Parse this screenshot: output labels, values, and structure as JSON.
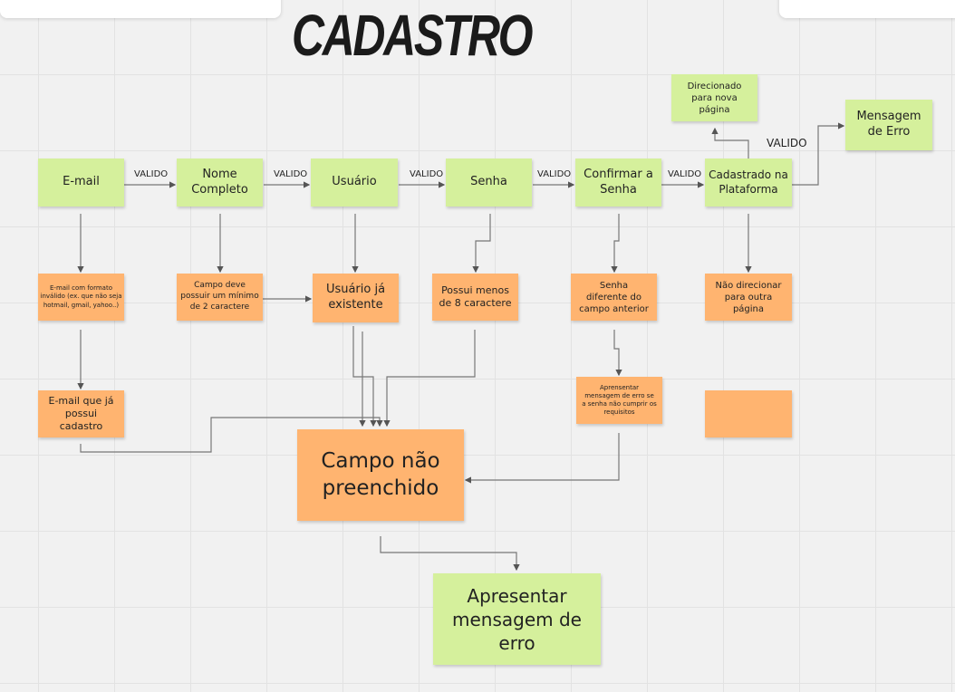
{
  "title": "CADASTRO",
  "valid_label": "VALIDO",
  "nodes": {
    "email": "E-mail",
    "nome": "Nome Completo",
    "usuario": "Usuário",
    "senha": "Senha",
    "confirmar": "Confirmar a Senha",
    "cadastrado": "Cadastrado na Plataforma",
    "direcionado": "Direcionado para nova página",
    "mensagem_erro": "Mensagem de Erro",
    "email_formato": "E-mail com formato inválido (ex. que não seja hotmail, gmail, yahoo..)",
    "campo_minimo": "Campo deve possuir um mínimo de 2 caractere",
    "usuario_existente": "Usuário já existente",
    "senha_menos": "Possui menos de 8 caractere",
    "senha_diferente": "Senha diferente do campo anterior",
    "nao_direcionar": "Não direcionar para outra página",
    "email_cadastro": "E-mail que já possui cadastro",
    "apresentar_senha": "Aprensentar mensagem de erro se a senha não cumprir os requisitos",
    "campo_nao_preenchido": "Campo não preenchido",
    "apresentar_mensagem": "Apresentar mensagem de erro"
  }
}
